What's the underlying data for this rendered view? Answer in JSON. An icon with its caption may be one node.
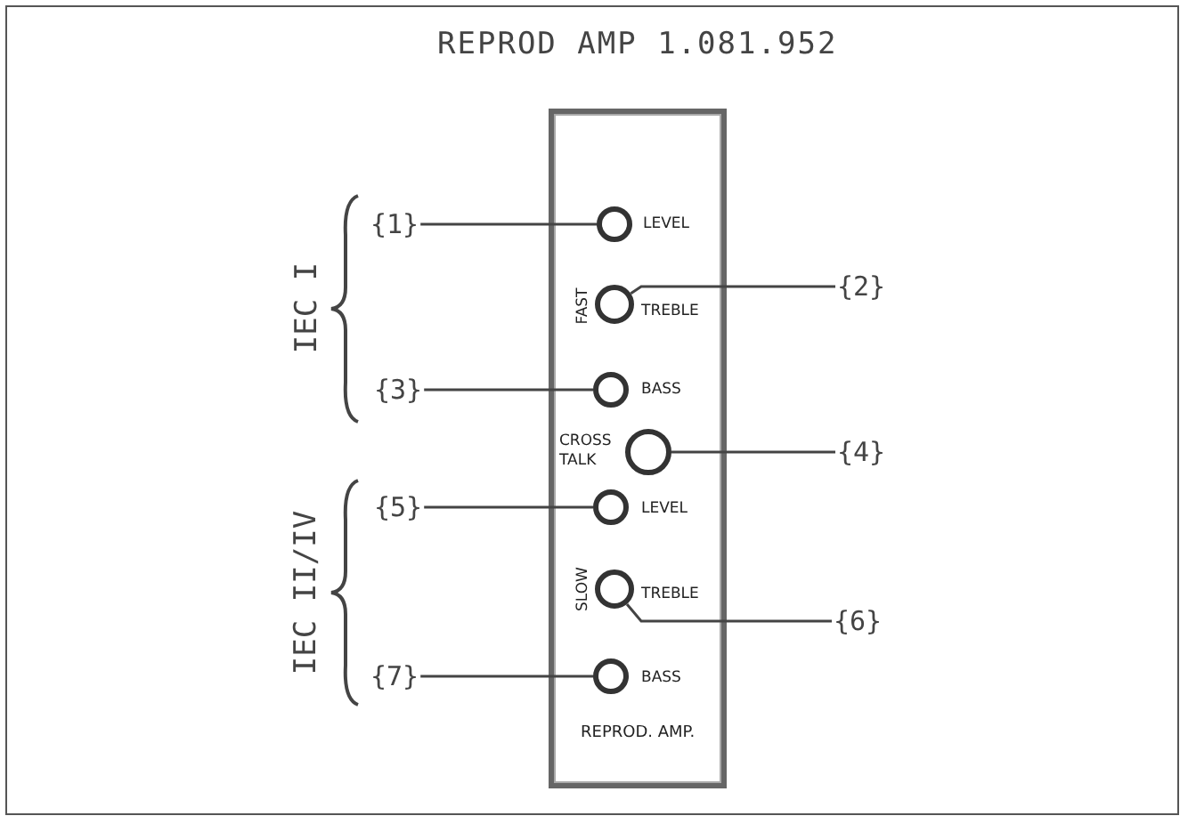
{
  "diagram": {
    "title": "REPROD AMP 1.081.952",
    "nodes": [
      {
        "text": [
          "REPROD. AMP."
        ]
      },
      {
        "text": [
          "{1}"
        ]
      },
      {
        "text": [],
        "shape": "circle",
        "in": 0,
        "beside": [
          "LEVEL"
        ]
      },
      {
        "text": [],
        "shape": "circle",
        "in": 0,
        "beside": [
          "FAST",
          "TREBLE"
        ]
      },
      {
        "text": [
          "{2}"
        ]
      },
      {
        "text": [
          "{3}"
        ]
      },
      {
        "text": [],
        "shape": "circle",
        "in": 0,
        "beside": [
          "BASS"
        ]
      },
      {
        "text": [],
        "shape": "circle",
        "in": 0,
        "beside": [
          "CROSS TALK"
        ]
      },
      {
        "text": [
          "{4}"
        ]
      },
      {
        "text": [
          "{5}"
        ]
      },
      {
        "text": [],
        "shape": "circle",
        "in": 0,
        "beside": [
          "LEVEL"
        ]
      },
      {
        "text": [],
        "shape": "circle",
        "in": 0,
        "beside": [
          "SLOW",
          "TREBLE"
        ]
      },
      {
        "text": [
          "{6}"
        ]
      },
      {
        "text": [
          "{7}"
        ]
      },
      {
        "text": [],
        "shape": "circle",
        "in": 0,
        "beside": [
          "BASS"
        ]
      }
    ],
    "edges": [
      {
        "from": 1,
        "to": 2,
        "arrow": "none"
      },
      {
        "from": 4,
        "to": 3,
        "arrow": "none"
      },
      {
        "from": 5,
        "to": 6,
        "arrow": "none"
      },
      {
        "from": 8,
        "to": 7,
        "arrow": "none"
      },
      {
        "from": 9,
        "to": 10,
        "arrow": "none"
      },
      {
        "from": 12,
        "to": 11,
        "arrow": "none"
      },
      {
        "from": 13,
        "to": 14,
        "arrow": "none"
      }
    ],
    "labels": [
      "IEC I",
      "IEC II/IV"
    ]
  }
}
